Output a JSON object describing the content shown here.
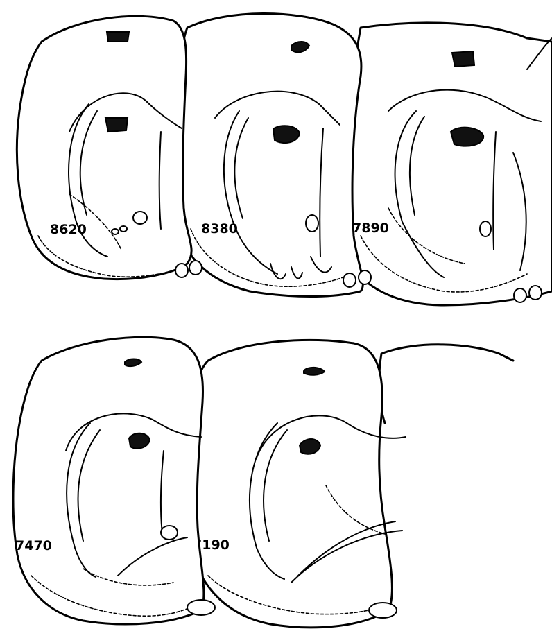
{
  "sections": [
    {
      "id": "s1",
      "label": "8620"
    },
    {
      "id": "s2",
      "label": "8380"
    },
    {
      "id": "s3",
      "label": "7890"
    },
    {
      "id": "s4",
      "label": "7470"
    },
    {
      "id": "s5",
      "label": "7190"
    }
  ]
}
